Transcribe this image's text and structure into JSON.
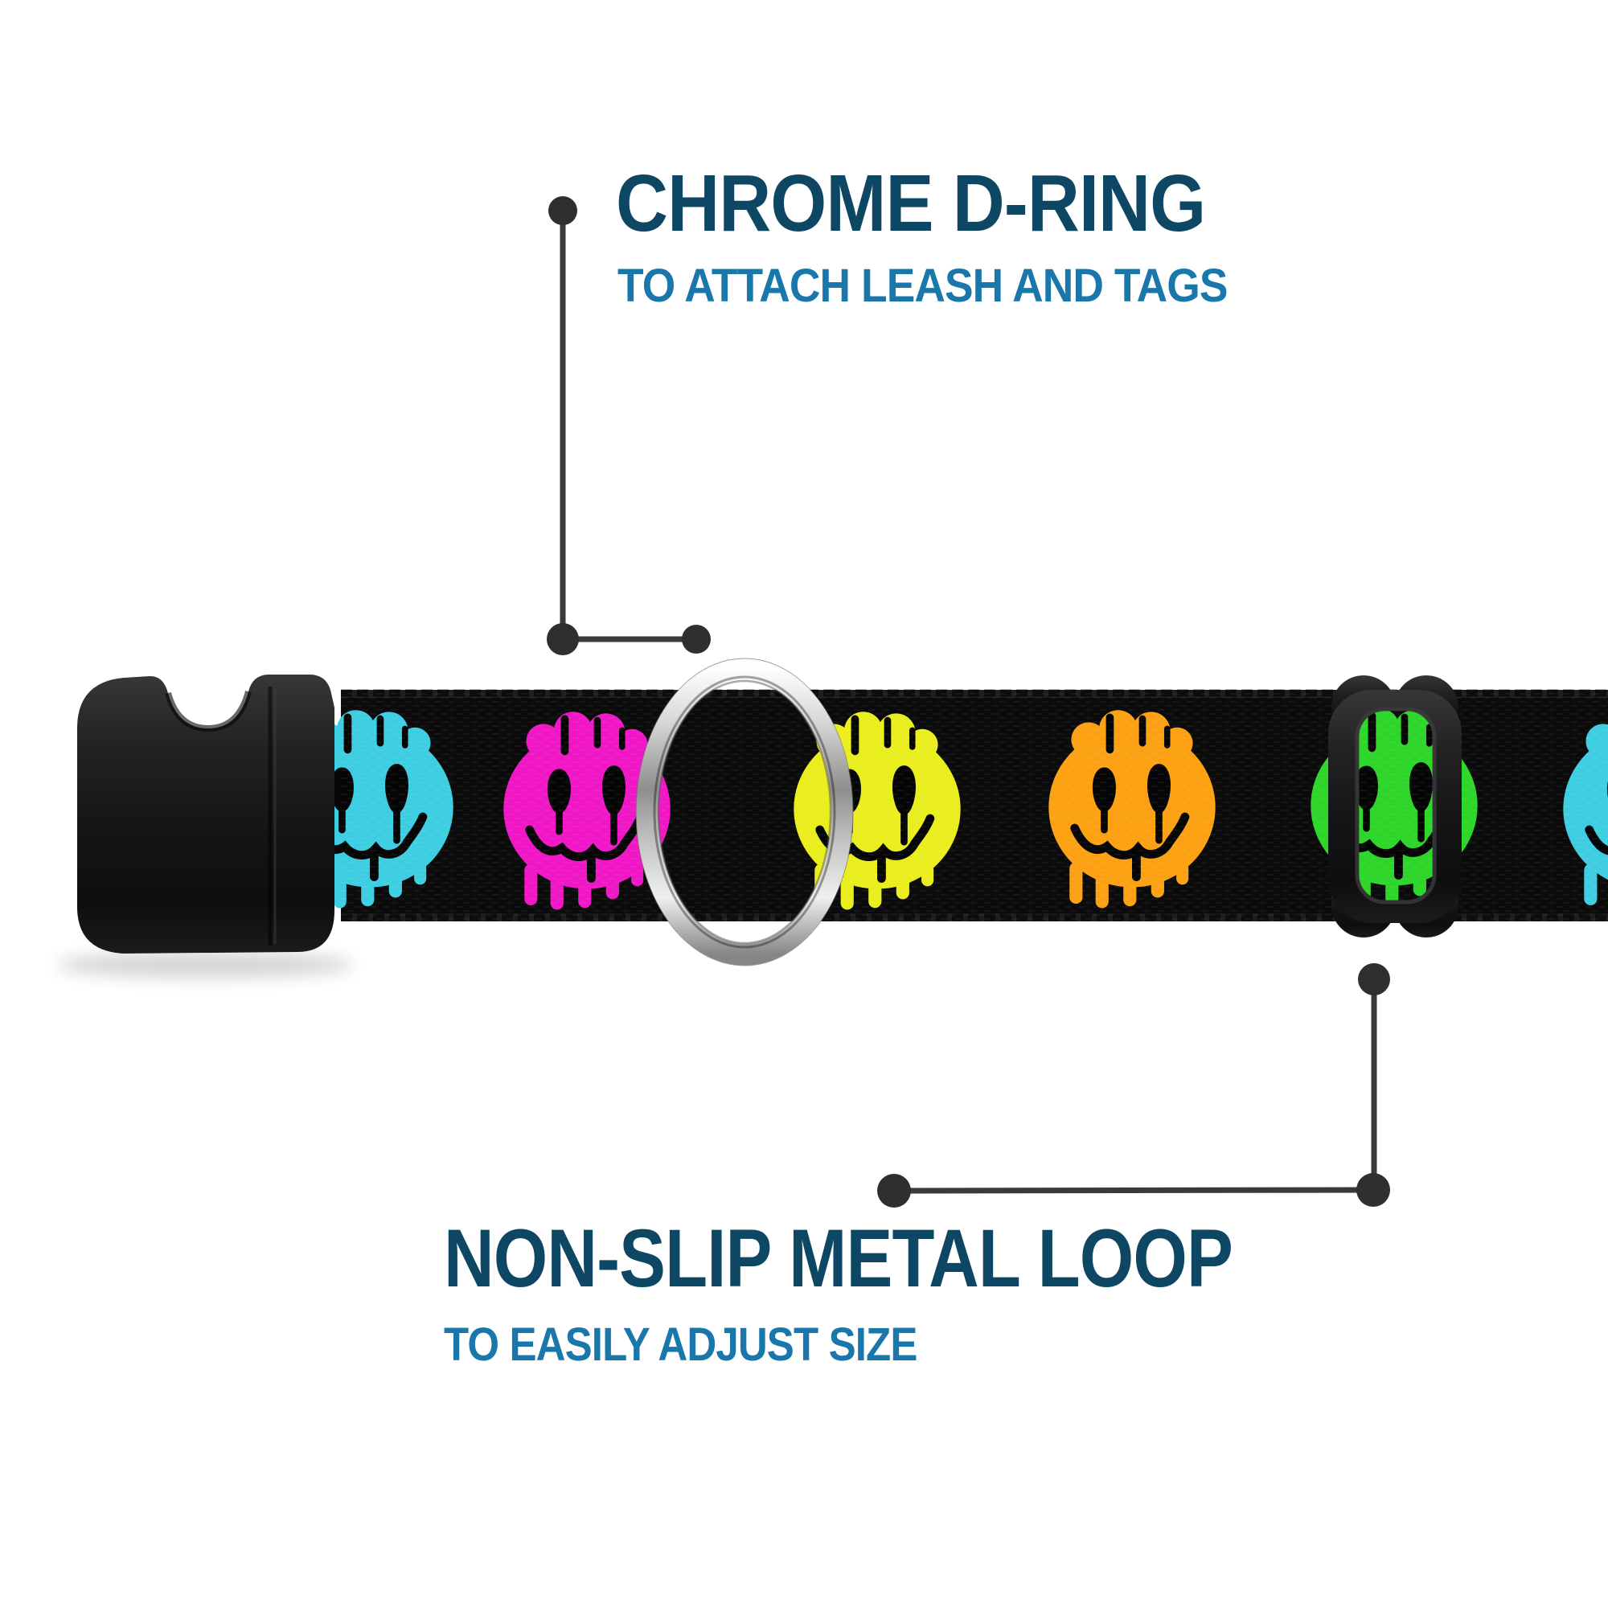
{
  "callouts": {
    "d_ring": {
      "title": "CHROME D-RING",
      "subtitle": "TO ATTACH LEASH AND TAGS"
    },
    "metal_loop": {
      "title": "NON-SLIP METAL LOOP",
      "subtitle": "TO EASILY ADJUST SIZE"
    }
  },
  "palette": {
    "title_color": "#0e4764",
    "subtitle_color": "#1a77ab",
    "connector_color": "#3a3a3a",
    "connector_dot_color": "#2f2f2f",
    "background": "#ffffff",
    "webbing": "#0b0b0b",
    "hardware_plastic": "#1c1c1c",
    "chrome": "#c9c9c9"
  },
  "artwork": {
    "motif": "drip-smiley-icon",
    "smiley_colors": [
      "#3fcde2",
      "#f018c6",
      "#eaee1e",
      "#fca114",
      "#2ed62b",
      "#3fcde2"
    ]
  }
}
